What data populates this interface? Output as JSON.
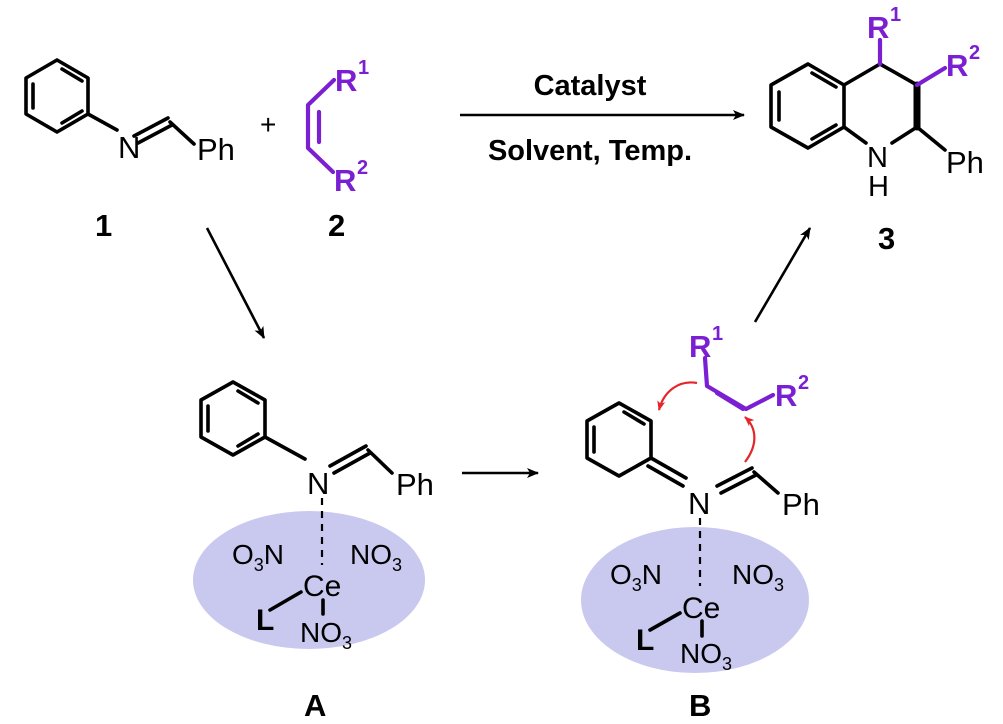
{
  "reactants": {
    "imine_n": "N",
    "imine_ph": "Ph",
    "plus": "+",
    "imine_number": "1",
    "alkene_r1": "R",
    "alkene_r1_sup": "1",
    "alkene_r2": "R",
    "alkene_r2_sup": "2",
    "alkene_number": "2"
  },
  "conditions": {
    "above_arrow": "Catalyst",
    "below_arrow": "Solvent, Temp."
  },
  "product": {
    "r1": "R",
    "r1_sup": "1",
    "r2": "R",
    "r2_sup": "2",
    "nh_n": "N",
    "nh_h": "H",
    "ph": "Ph",
    "number": "3"
  },
  "intermediate_a": {
    "n": "N",
    "ph": "Ph",
    "o3n_o": "O",
    "o3n_3": "3",
    "o3n_n": "N",
    "ce": "Ce",
    "no3_right": "NO",
    "no3_right_sub": "3",
    "ligand": "L",
    "no3_bottom": "NO",
    "no3_bottom_sub": "3",
    "label": "A"
  },
  "intermediate_b": {
    "n": "N",
    "ph": "Ph",
    "o3n_o": "O",
    "o3n_3": "3",
    "o3n_n": "N",
    "ce": "Ce",
    "no3_right": "NO",
    "no3_right_sub": "3",
    "ligand": "L",
    "no3_bottom": "NO",
    "no3_bottom_sub": "3",
    "r1": "R",
    "r1_sup": "1",
    "r2": "R",
    "r2_sup": "2",
    "label": "B"
  },
  "colors": {
    "substituent": "#7a1fd1",
    "complex_ellipse": "#c9c8ef",
    "electron_arrow": "#e4262a",
    "bonds": "#000000"
  }
}
